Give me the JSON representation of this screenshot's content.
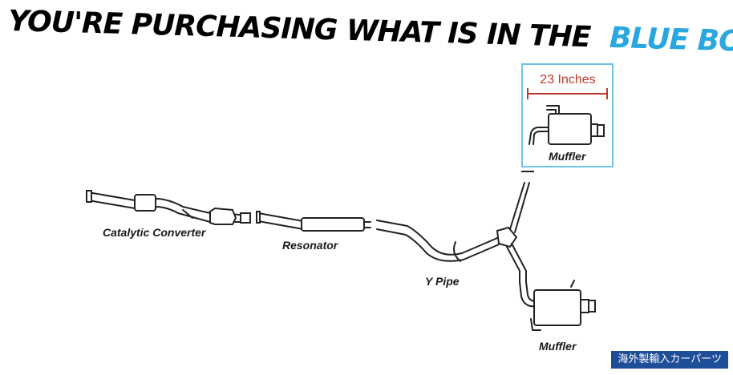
{
  "headline": {
    "prefix": "YOU'RE PURCHASING WHAT IS IN THE",
    "highlight": "BLUE BOX"
  },
  "dimension": {
    "label": "23 Inches"
  },
  "parts": {
    "catalytic_converter": "Catalytic Converter",
    "resonator": "Resonator",
    "y_pipe": "Y Pipe",
    "muffler_boxed": "Muffler",
    "muffler_lower": "Muffler"
  },
  "watermark": "海外製輸入カーパーツ",
  "colors": {
    "highlight": "#2aa7e0",
    "box_border": "#6fc3e8",
    "dimension": "#c0392b",
    "watermark_bg": "#1f4e99"
  }
}
